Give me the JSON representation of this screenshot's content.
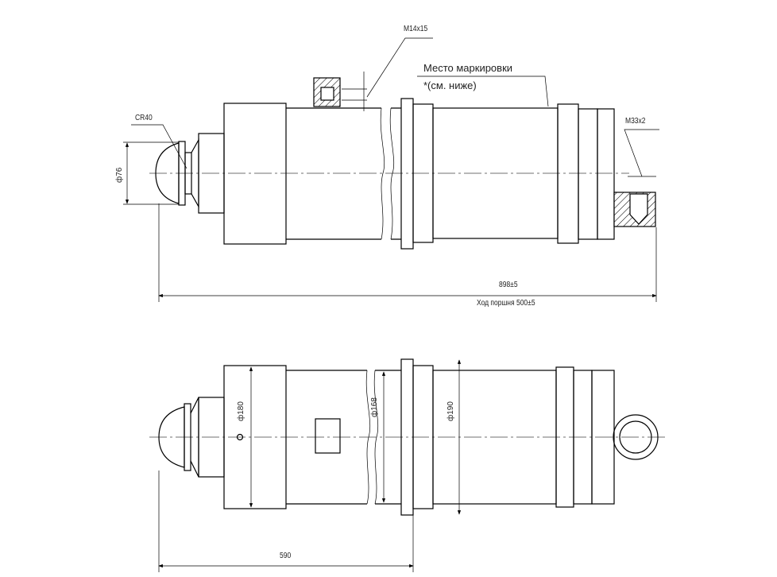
{
  "top_view": {
    "thread_port_top": "M14x15",
    "marking_place": "Место маркировки",
    "marking_note": "*(см. ниже)",
    "sphere_radius": "СR40",
    "sphere_diameter": "ф76",
    "thread_port_end": "M33x2",
    "overall_length": "898±5",
    "piston_stroke": "Ход поршня 500±5"
  },
  "bottom_view": {
    "head_diameter": "ф180",
    "body_diameter": "ф168",
    "flange_diameter": "ф190",
    "length_to_flange": "590"
  }
}
